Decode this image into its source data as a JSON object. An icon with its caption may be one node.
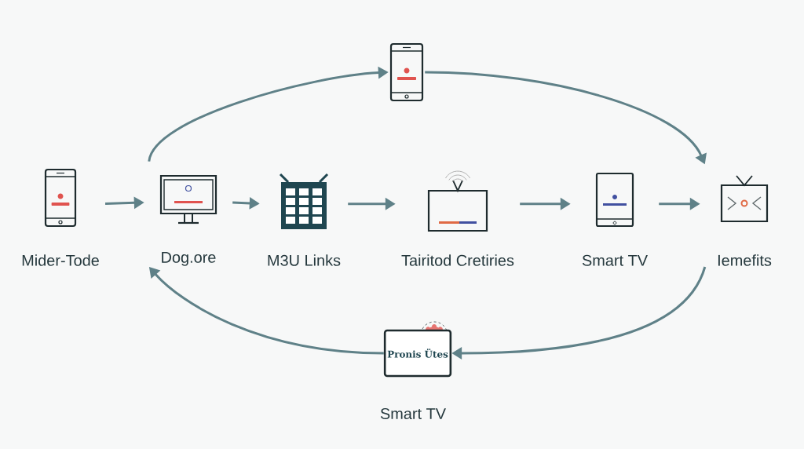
{
  "diagram": {
    "nodes": [
      {
        "text": [
          "Mider-Tode"
        ]
      },
      {
        "text": [
          "Dog.ore"
        ]
      },
      {
        "text": [
          "M3U Links"
        ]
      },
      {
        "text": [
          "Tairitod Cretiries"
        ]
      },
      {
        "text": [
          "Smart TV"
        ]
      },
      {
        "text": [
          "Iemefits"
        ]
      },
      {
        "text": [],
        "shape": "picture"
      },
      {
        "text": [
          "Pronis Ütes",
          "Smart TV"
        ]
      }
    ],
    "edges": [
      {
        "from": 0,
        "to": 1,
        "arrow": "to"
      },
      {
        "from": 1,
        "to": 2,
        "arrow": "to"
      },
      {
        "from": 2,
        "to": 3,
        "arrow": "to"
      },
      {
        "from": 3,
        "to": 4,
        "arrow": "to"
      },
      {
        "from": 4,
        "to": 5,
        "arrow": "to"
      },
      {
        "from": 1,
        "to": 6,
        "arrow": "to"
      },
      {
        "from": 6,
        "to": 5,
        "arrow": "to"
      },
      {
        "from": 5,
        "to": 7,
        "arrow": "to"
      },
      {
        "from": 7,
        "to": 1,
        "arrow": "to"
      }
    ]
  }
}
